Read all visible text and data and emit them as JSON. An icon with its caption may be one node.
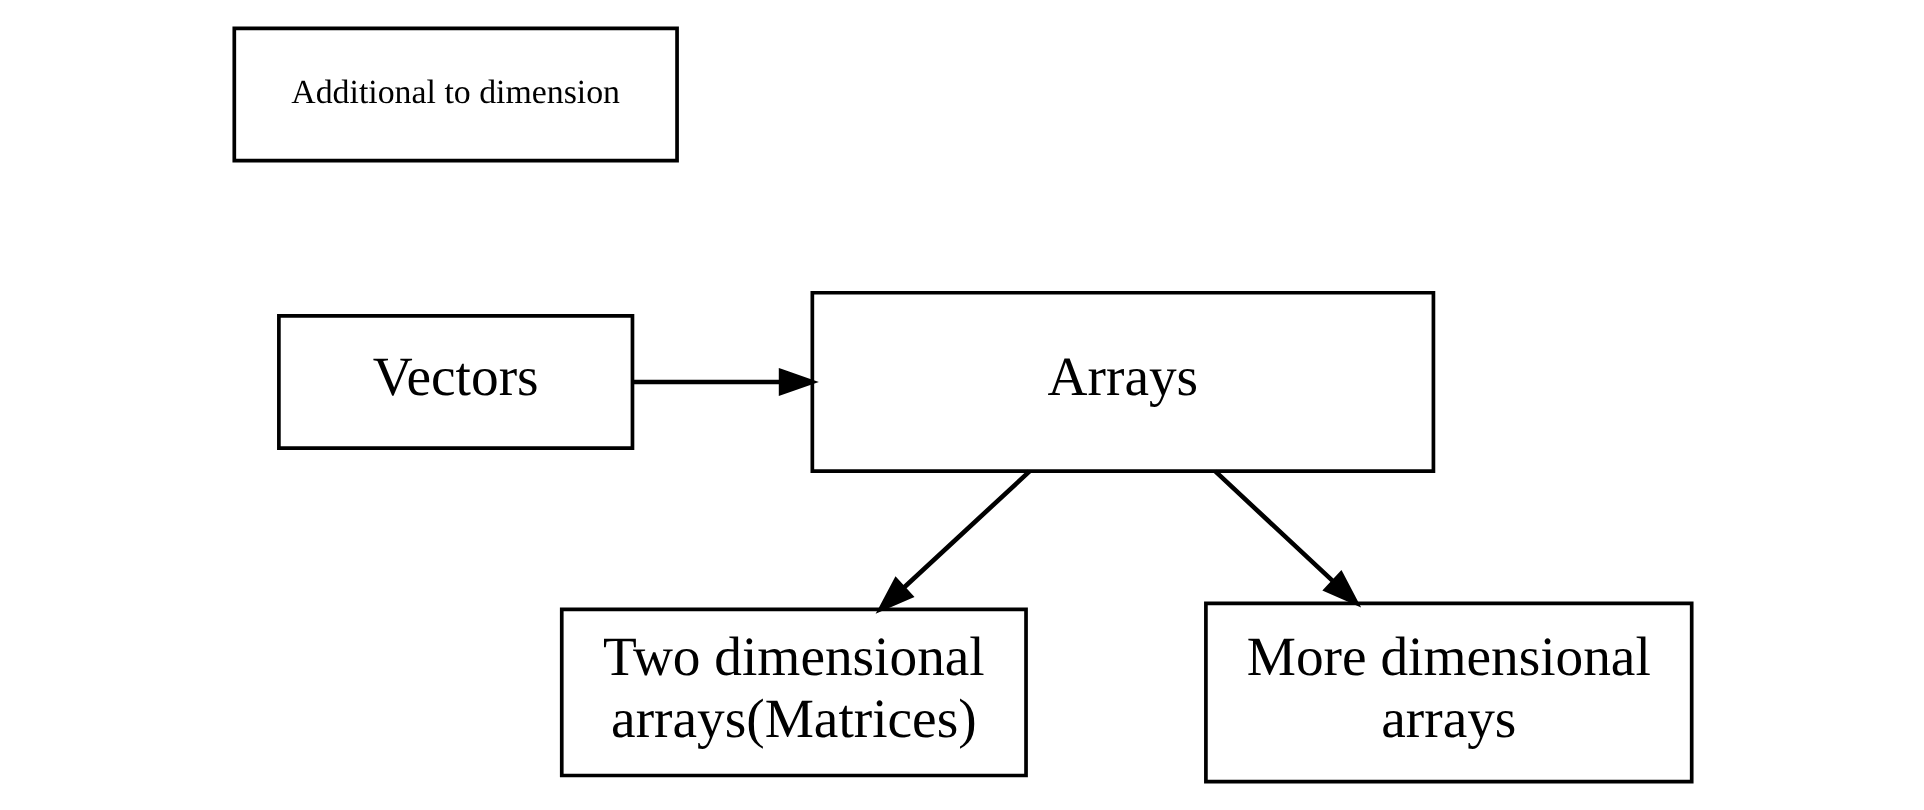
{
  "diagram": {
    "nodes": [
      {
        "text": [
          "Additional to dimension"
        ]
      },
      {
        "text": [
          "Vectors"
        ]
      },
      {
        "text": [
          "Arrays"
        ]
      },
      {
        "text": [
          "Two dimensional arrays(Matrices)"
        ]
      },
      {
        "text": [
          "More dimensional arrays"
        ]
      }
    ],
    "edges": [
      {
        "from": 1,
        "to": 2,
        "arrow": "to"
      },
      {
        "from": 2,
        "to": 3,
        "arrow": "to"
      },
      {
        "from": 2,
        "to": 4,
        "arrow": "to"
      }
    ]
  }
}
